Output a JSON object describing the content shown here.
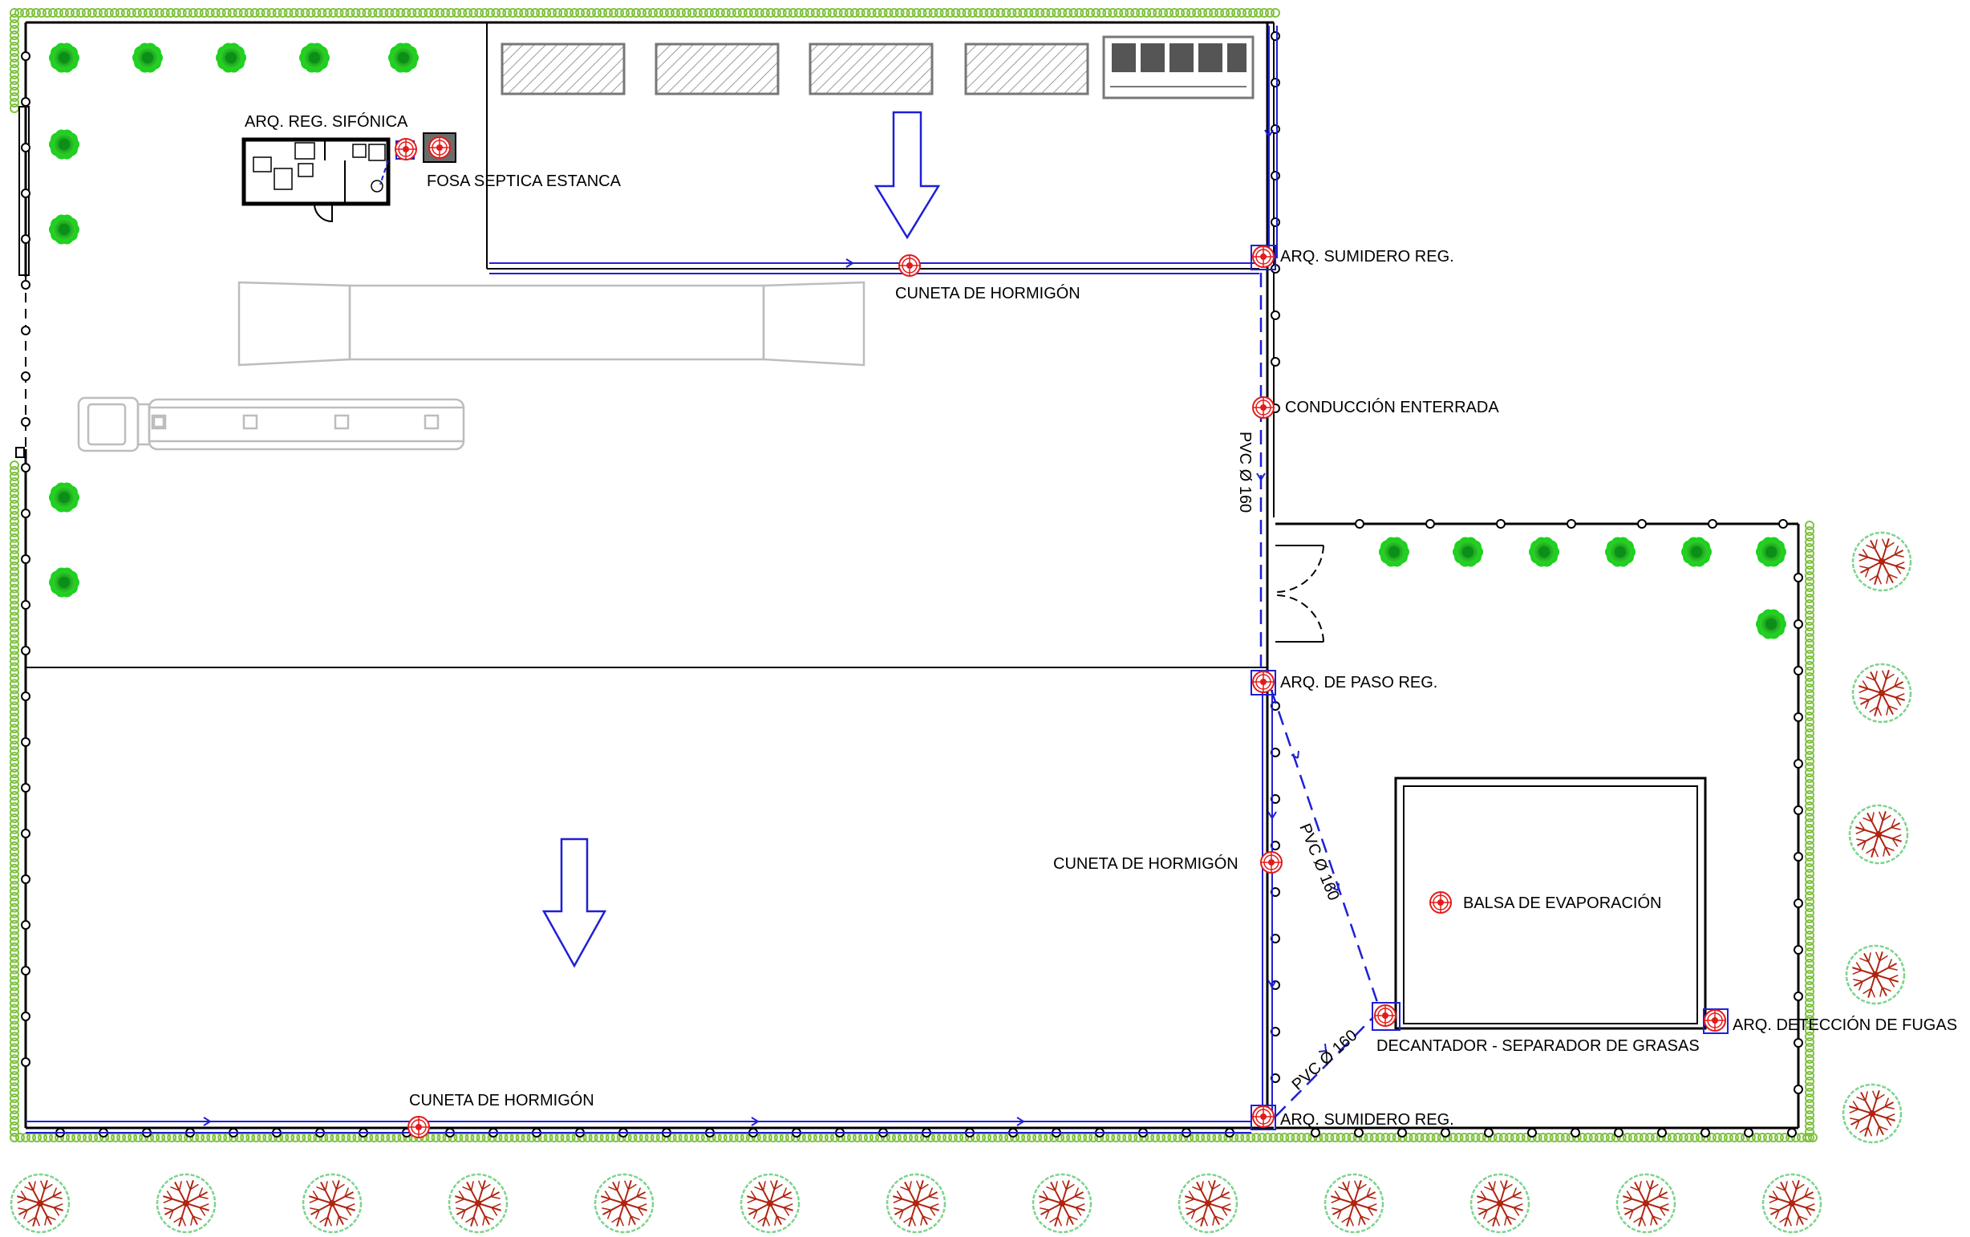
{
  "colors": {
    "wall": "#000000",
    "pipe": "#1f1fd6",
    "marker": "#e41a1a",
    "hedge": "#7fc241",
    "tree_bright": "#1fd11f",
    "tree_dark": "#0b8f18",
    "tree_branch": "#b02410",
    "tree_ring": "#7cd48c",
    "hatch": "#8c8c8c",
    "vehicle": "#bbbbbb"
  },
  "labels": {
    "arq_reg_sifonica": "ARQ. REG. SIFÓNICA",
    "fosa_septica": "FOSA SEPTICA ESTANCA",
    "cuneta_top": "CUNETA DE HORMIGÓN",
    "arq_sumidero_top": "ARQ. SUMIDERO REG.",
    "conduccion_enterrada": "CONDUCCIÓN ENTERRADA",
    "pvc_1": "PVC Ø 160",
    "arq_de_paso": "ARQ. DE PASO REG.",
    "cuneta_right": "CUNETA DE HORMIGÓN",
    "pvc_2": "PVC Ø 160",
    "balsa": "BALSA DE EVAPORACIÓN",
    "arq_deteccion": "ARQ. DETECCIÓN DE FUGAS",
    "decantador": "DECANTADOR - SEPARADOR DE GRASAS",
    "pvc_3": "PVC Ø 160",
    "cuneta_bottom": "CUNETA DE HORMIGÓN",
    "arq_sumidero_bottom": "ARQ. SUMIDERO REG."
  },
  "icons": {
    "marker": "red-crosshair-marker-icon",
    "shrub": "green-shrub-icon",
    "tree": "branching-tree-icon",
    "flow": "flow-direction-arrow-icon"
  }
}
